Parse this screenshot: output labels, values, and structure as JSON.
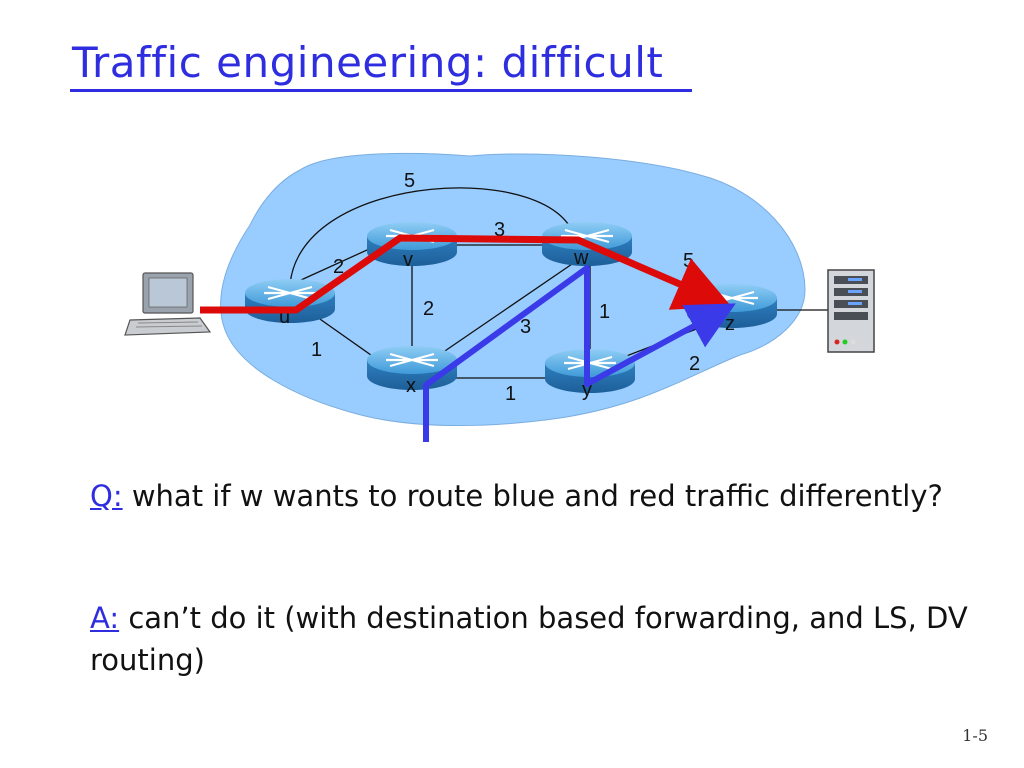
{
  "slide": {
    "title": "Traffic engineering: difficult",
    "question_label": "Q:",
    "question_text": "what if w wants to route blue and red traffic differently?",
    "answer_label": "A:",
    "answer_text": "can’t do it (with destination based forwarding, and LS, DV routing)",
    "slide_number": "1-5"
  },
  "diagram": {
    "nodes": [
      "u",
      "v",
      "w",
      "x",
      "y",
      "z"
    ],
    "link_costs": {
      "u_w": "5",
      "v_w": "3",
      "u_v": "2",
      "w_z": "5",
      "v_x": "2",
      "w_y": "1",
      "x_w": "3",
      "u_x": "1",
      "y_z": "2",
      "x_y": "1"
    },
    "colors": {
      "network_cloud": "#99ccff",
      "router": "#3a8fd0",
      "red_path": "#dd0a0a",
      "blue_path": "#3a3ae8",
      "title": "#2e2ee0"
    }
  }
}
